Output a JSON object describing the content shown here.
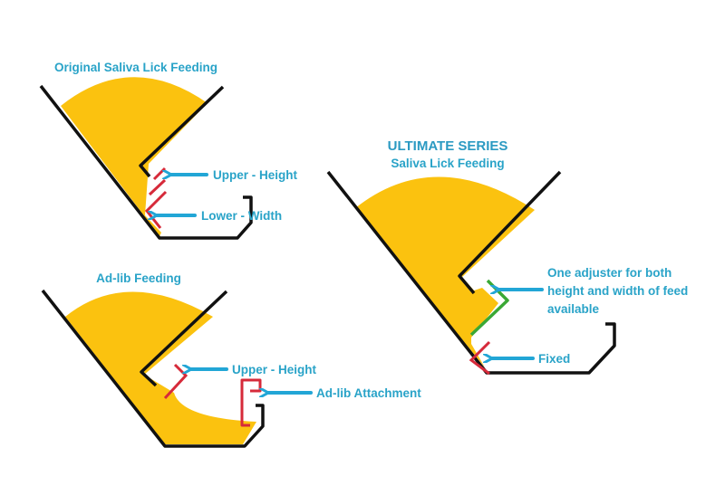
{
  "colors": {
    "feed": "#fbc20f",
    "outline": "#111111",
    "adjuster": "#d62a3a",
    "green": "#3aa835",
    "arrow": "#22a6d6",
    "text": "#29a3c8"
  },
  "panels": {
    "original": {
      "title": "Original Saliva Lick Feeding",
      "labels": {
        "upper": "Upper - Height",
        "lower": "Lower - Width"
      }
    },
    "adlib": {
      "title": "Ad-lib Feeding",
      "labels": {
        "upper": "Upper - Height",
        "attachment": "Ad-lib Attachment"
      }
    },
    "ultimate": {
      "title_line1": "ULTIMATE SERIES",
      "title_line2": "Saliva Lick Feeding",
      "labels": {
        "adjuster_line1": "One adjuster for both",
        "adjuster_line2": "height and width of feed",
        "adjuster_line3": "available",
        "fixed": "Fixed"
      }
    }
  }
}
